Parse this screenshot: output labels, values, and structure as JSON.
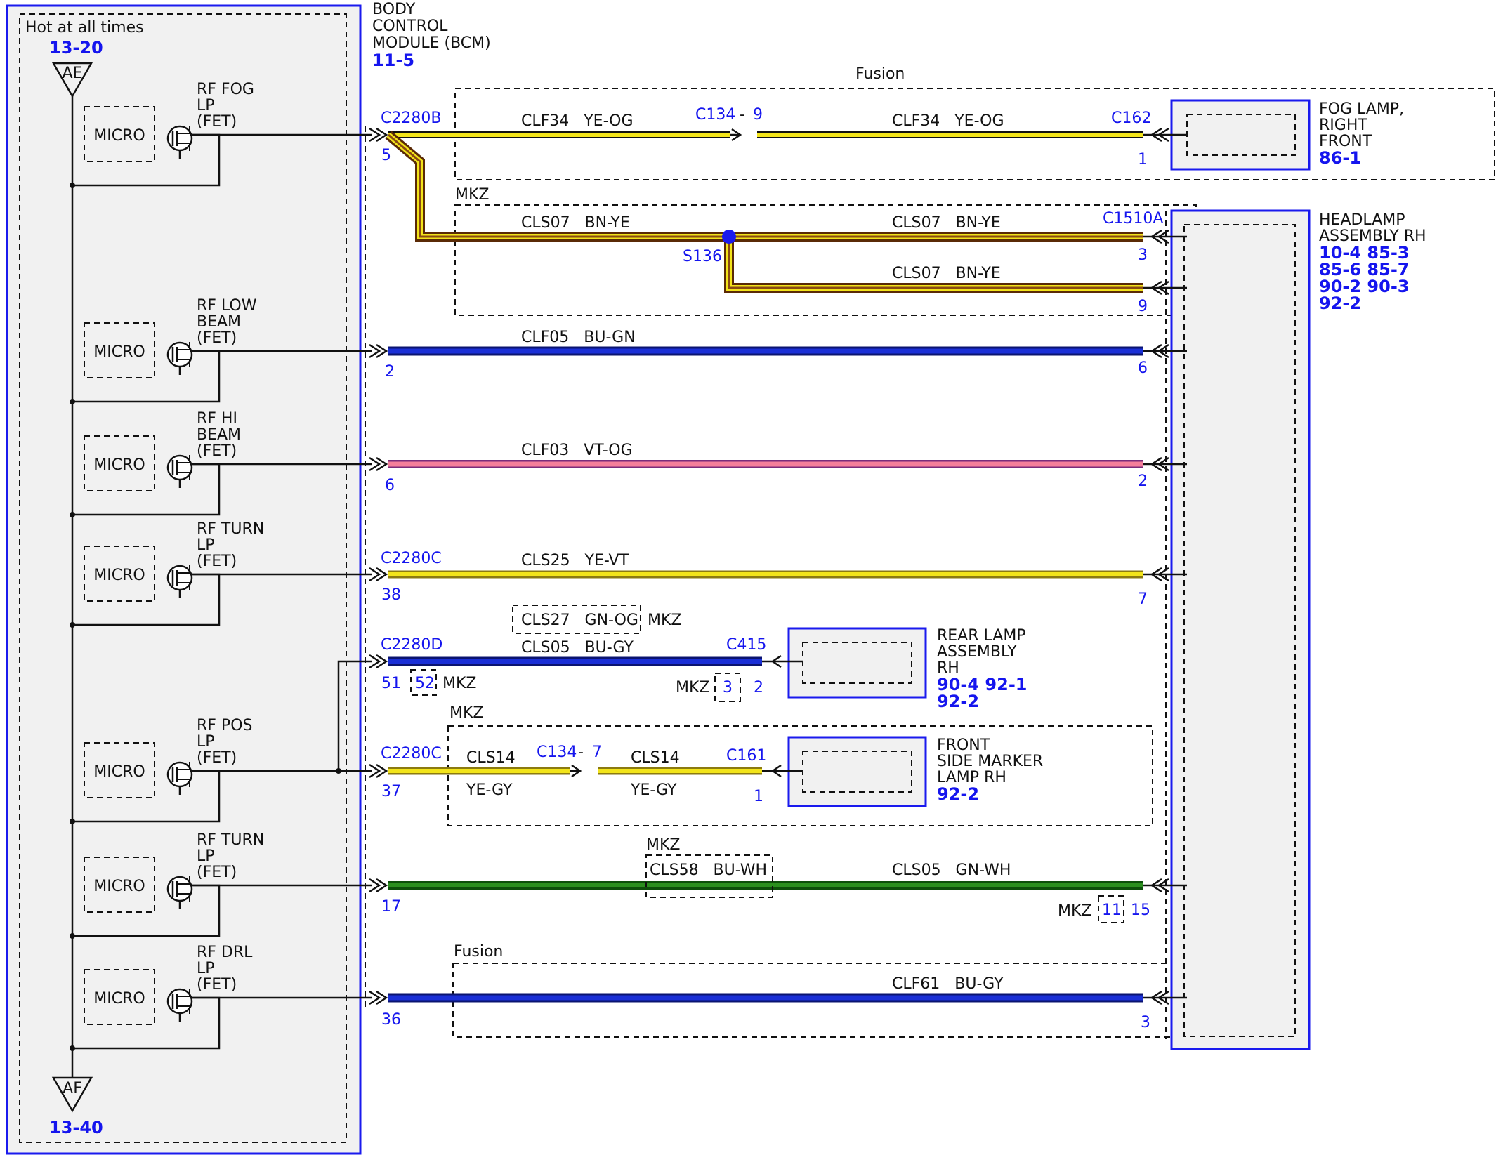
{
  "bcm": {
    "title": [
      "BODY",
      "CONTROL",
      "MODULE (BCM)"
    ],
    "page_ref": "11-5",
    "hot_label": "Hot at all times",
    "hot_ref": "13-20",
    "ground_top": "AE",
    "ground_bottom": "AF",
    "ground_ref": "13-40",
    "micro_label": "MICRO"
  },
  "outputs": [
    {
      "name": [
        "RF FOG",
        "LP",
        "(FET)"
      ]
    },
    {
      "name": [
        "RF LOW",
        "BEAM",
        "(FET)"
      ]
    },
    {
      "name": [
        "RF HI",
        "BEAM",
        "(FET)"
      ]
    },
    {
      "name": [
        "RF TURN",
        "LP",
        "(FET)"
      ]
    },
    {
      "name": [
        "RF POS",
        "LP",
        "(FET)"
      ]
    },
    {
      "name": [
        "RF TURN",
        "LP",
        "(FET)"
      ]
    },
    {
      "name": [
        "RF DRL",
        "LP",
        "(FET)"
      ]
    }
  ],
  "components": {
    "fog": {
      "name": [
        "FOG LAMP,",
        "RIGHT",
        "FRONT"
      ],
      "refs": [
        "86-1"
      ]
    },
    "headlamp": {
      "name": [
        "HEADLAMP",
        "ASSEMBLY RH"
      ],
      "refs": [
        "10-4  85-3",
        "85-6  85-7",
        "90-2  90-3",
        "92-2"
      ]
    },
    "rear": {
      "name": [
        "REAR LAMP",
        "ASSEMBLY",
        "RH"
      ],
      "refs": [
        "90-4  92-1",
        "92-2"
      ]
    },
    "marker": {
      "name": [
        "FRONT",
        "SIDE MARKER",
        "LAMP RH"
      ],
      "refs": [
        "92-2"
      ]
    }
  },
  "variants": {
    "fusion": "Fusion",
    "mkz": "MKZ"
  },
  "splice": "S136",
  "wires": {
    "clf34": "CLF34   YE-OG",
    "cls07": "CLS07   BN-YE",
    "clf05": "CLF05   BU-GN",
    "clf03": "CLF03   VT-OG",
    "cls25": "CLS25   YE-VT",
    "cls27": "CLS27   GN-OG",
    "cls05a": "CLS05   BU-GY",
    "cls14": "CLS14",
    "cls14color": "YE-GY",
    "cls58": "CLS58   BU-WH",
    "cls05b": "CLS05   GN-WH",
    "clf61": "CLF61   BU-GY"
  },
  "connectors": {
    "c2280b": "C2280B",
    "c2280c": "C2280C",
    "c2280d": "C2280D",
    "c134": "C134",
    "c162": "C162",
    "c1510a": "C1510A",
    "c415": "C415",
    "c161": "C161"
  },
  "pins": {
    "p5": "5",
    "p9a": "9",
    "p1": "1",
    "p3a": "3",
    "p9b": "9",
    "p2a": "2",
    "p6a": "6",
    "p6b": "6",
    "p2b": "2",
    "p38": "38",
    "p7a": "7",
    "p51": "51",
    "p52": "52",
    "p3b": "3",
    "p2c": "2",
    "p37": "37",
    "p7b": "7",
    "p1b": "1",
    "p17": "17",
    "p11": "11",
    "p15": "15",
    "p36": "36",
    "p3c": "3"
  },
  "colors": {
    "yellow": "#f2e41a",
    "brown": "#8a4a12",
    "blue": "#1a2fd6",
    "darkblue": "#0b1470",
    "pink": "#f47e9a",
    "green": "#2a8f1e",
    "darkgreen": "#0c4f0a",
    "module_fill": "#f1f1f1",
    "module_border": "#1a1aee"
  }
}
